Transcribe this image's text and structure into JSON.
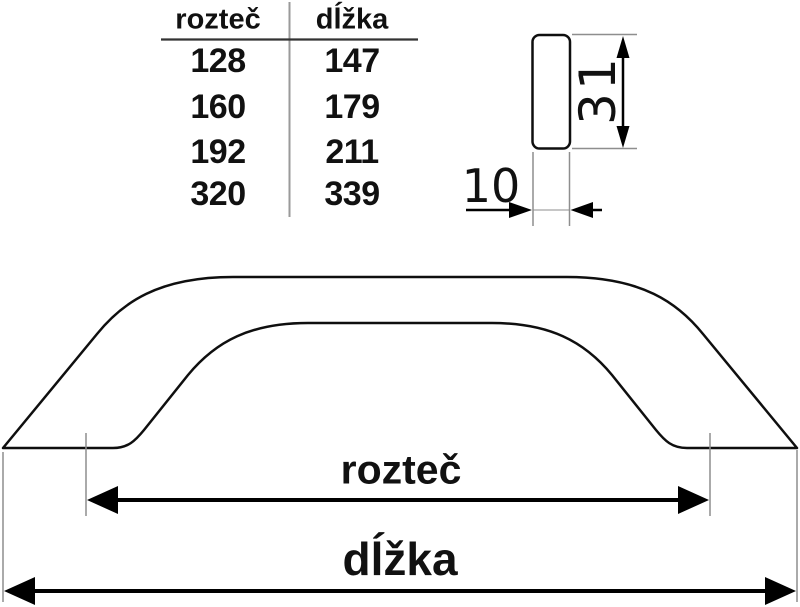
{
  "table": {
    "headers": {
      "pitch": "rozteč",
      "length": "dĺžka"
    },
    "rows": [
      [
        "128",
        "147"
      ],
      [
        "160",
        "179"
      ],
      [
        "192",
        "211"
      ],
      [
        "320",
        "339"
      ]
    ]
  },
  "side_view": {
    "height": "31",
    "width": "10"
  },
  "front_view": {
    "pitch_label": "rozteč",
    "length_label": "dĺžka"
  },
  "colors": {
    "background": "#ffffff",
    "outline": "#0f0f0f",
    "dimension_line": "#000000",
    "extension_line": "#8e8e8e",
    "text": "#111111"
  }
}
